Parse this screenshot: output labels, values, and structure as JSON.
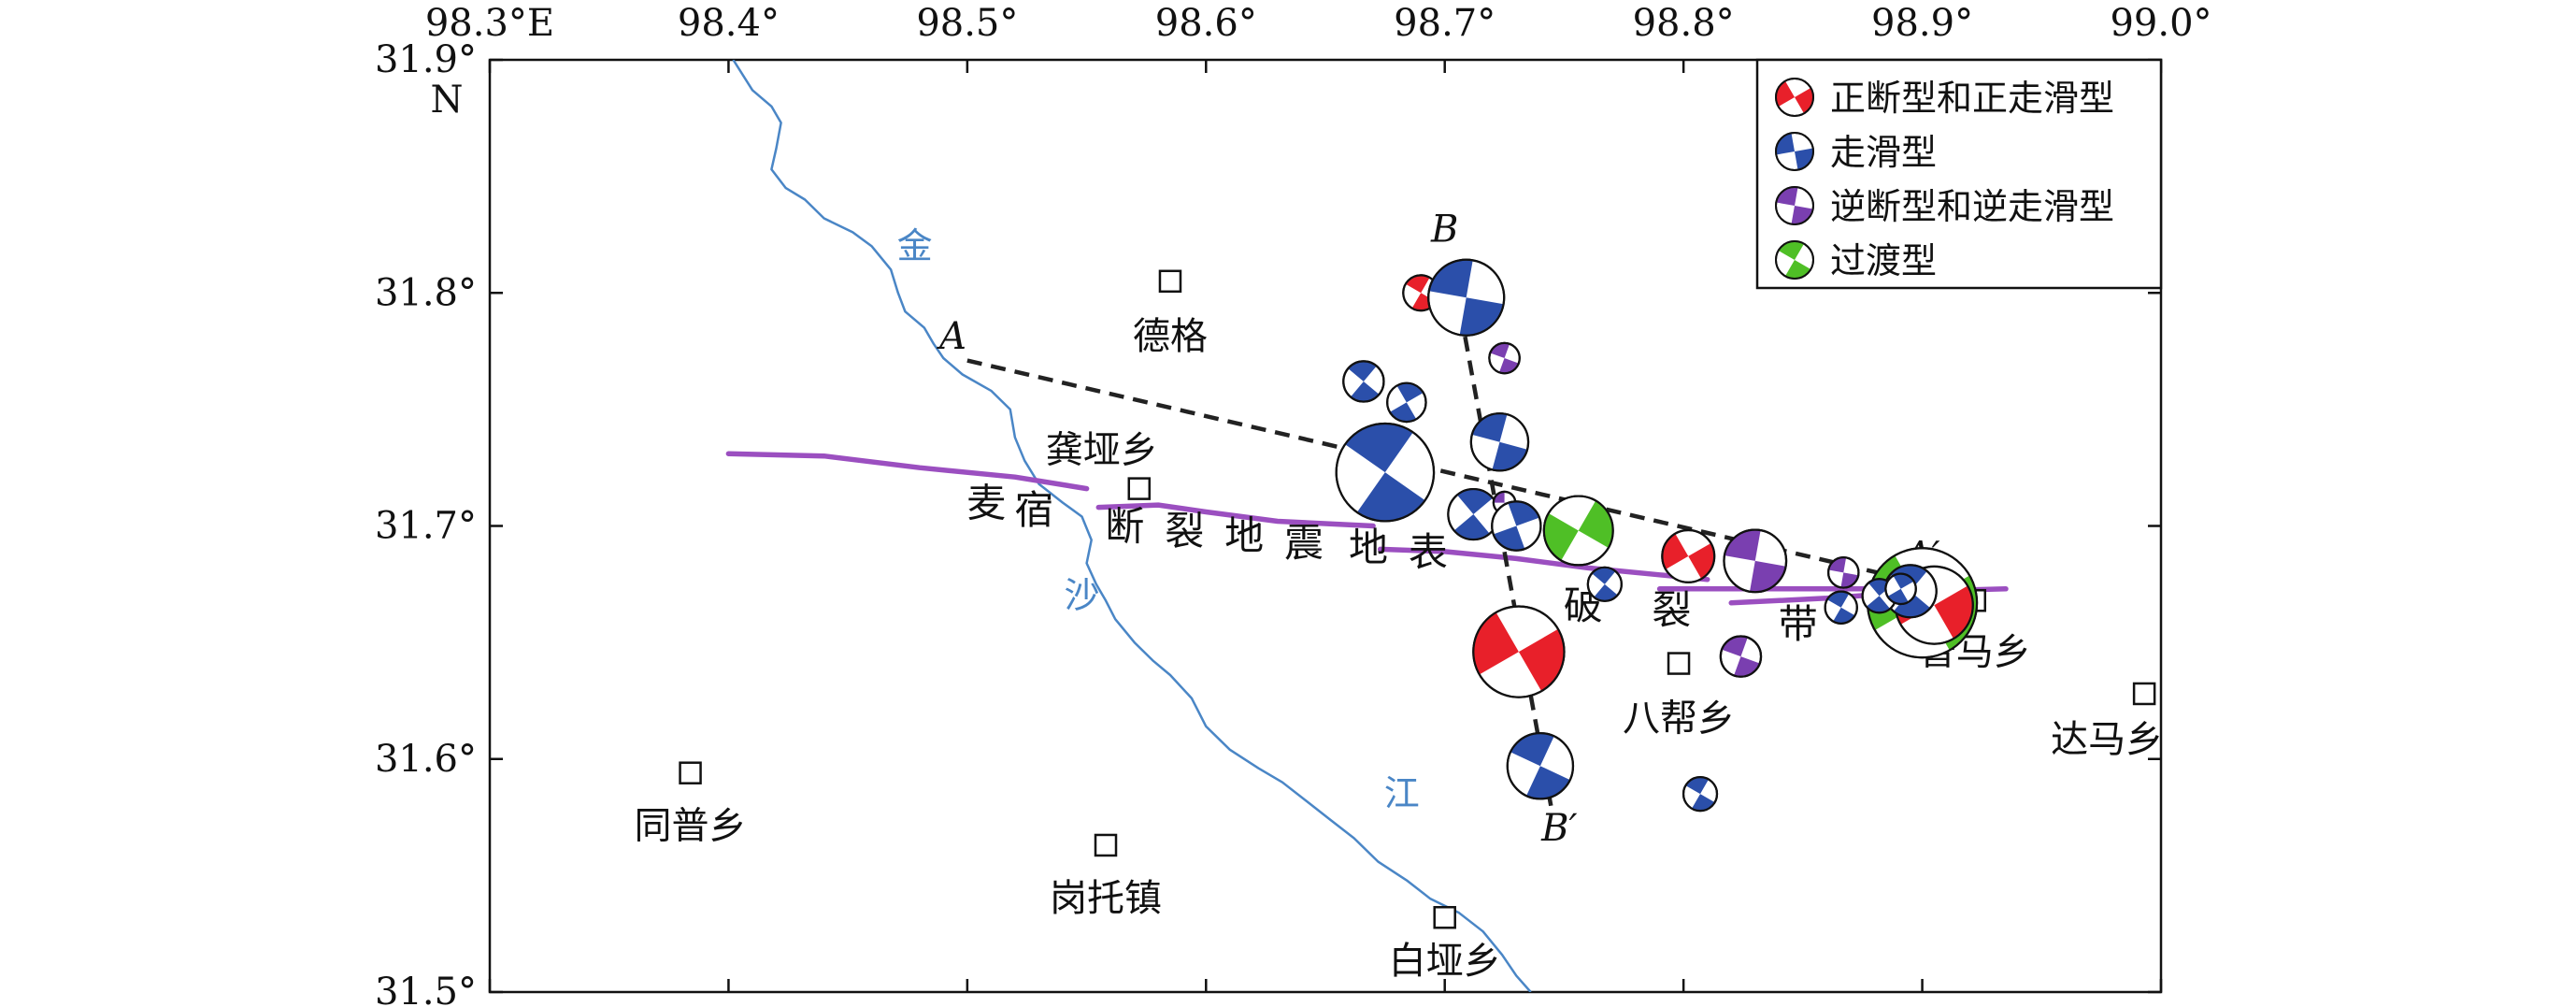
{
  "axes": {
    "x_ticks": [
      {
        "value": 98.3,
        "label": "98.3°E"
      },
      {
        "value": 98.4,
        "label": "98.4°"
      },
      {
        "value": 98.5,
        "label": "98.5°"
      },
      {
        "value": 98.6,
        "label": "98.6°"
      },
      {
        "value": 98.7,
        "label": "98.7°"
      },
      {
        "value": 98.8,
        "label": "98.8°"
      },
      {
        "value": 98.9,
        "label": "98.9°"
      },
      {
        "value": 99.0,
        "label": "99.0°"
      }
    ],
    "y_ticks": [
      {
        "value": 31.9,
        "label": "31.9°"
      },
      {
        "value": 31.8,
        "label": "31.8°"
      },
      {
        "value": 31.7,
        "label": "31.7°"
      },
      {
        "value": 31.6,
        "label": "31.6°"
      },
      {
        "value": 31.5,
        "label": "31.5°"
      }
    ],
    "north_label": "N",
    "lon_range": [
      98.3,
      99.0
    ],
    "lat_range": [
      31.5,
      31.9
    ]
  },
  "legend": {
    "items": [
      {
        "label": "正断型和正走滑型",
        "color": "#e8202a"
      },
      {
        "label": "走滑型",
        "color": "#2b4faa"
      },
      {
        "label": "逆断型和逆走滑型",
        "color": "#7a3fb0"
      },
      {
        "label": "过渡型",
        "color": "#4fbf26"
      }
    ]
  },
  "colors": {
    "river": "#4a86c6",
    "fault": "#9b4fc0",
    "profile": "#222222",
    "normal": "#e8202a",
    "strike_slip": "#2b4faa",
    "reverse": "#7a3fb0",
    "transitional": "#4fbf26"
  },
  "towns": [
    {
      "name": "德格",
      "lon": 98.585,
      "lat": 31.805
    },
    {
      "name": "龚垭乡",
      "lon": 98.572,
      "lat": 31.716
    },
    {
      "name": "同普乡",
      "lon": 98.384,
      "lat": 31.594
    },
    {
      "name": "岗托镇",
      "lon": 98.558,
      "lat": 31.563
    },
    {
      "name": "白垭乡",
      "lon": 98.7,
      "lat": 31.532
    },
    {
      "name": "八帮乡",
      "lon": 98.798,
      "lat": 31.641
    },
    {
      "name": "普马乡",
      "lon": 98.922,
      "lat": 31.668
    },
    {
      "name": "达马乡",
      "lon": 98.993,
      "lat": 31.628
    }
  ],
  "river": {
    "chars": [
      {
        "text": "金",
        "lon": 98.478,
        "lat": 31.815
      },
      {
        "text": "沙",
        "lon": 98.548,
        "lat": 31.665
      },
      {
        "text": "江",
        "lon": 98.682,
        "lat": 31.58
      }
    ],
    "path": [
      [
        98.402,
        31.9
      ],
      [
        98.41,
        31.887
      ],
      [
        98.418,
        31.88
      ],
      [
        98.422,
        31.873
      ],
      [
        98.42,
        31.862
      ],
      [
        98.418,
        31.853
      ],
      [
        98.424,
        31.845
      ],
      [
        98.432,
        31.84
      ],
      [
        98.44,
        31.832
      ],
      [
        98.452,
        31.826
      ],
      [
        98.46,
        31.82
      ],
      [
        98.468,
        31.81
      ],
      [
        98.471,
        31.8
      ],
      [
        98.474,
        31.792
      ],
      [
        98.482,
        31.785
      ],
      [
        98.486,
        31.778
      ],
      [
        98.49,
        31.772
      ],
      [
        98.498,
        31.765
      ],
      [
        98.51,
        31.758
      ],
      [
        98.518,
        31.75
      ],
      [
        98.52,
        31.738
      ],
      [
        98.524,
        31.728
      ],
      [
        98.53,
        31.718
      ],
      [
        98.54,
        31.71
      ],
      [
        98.548,
        31.704
      ],
      [
        98.552,
        31.694
      ],
      [
        98.55,
        31.684
      ],
      [
        98.554,
        31.675
      ],
      [
        98.558,
        31.668
      ],
      [
        98.562,
        31.66
      ],
      [
        98.57,
        31.65
      ],
      [
        98.578,
        31.642
      ],
      [
        98.585,
        31.636
      ],
      [
        98.594,
        31.626
      ],
      [
        98.6,
        31.614
      ],
      [
        98.61,
        31.604
      ],
      [
        98.622,
        31.596
      ],
      [
        98.632,
        31.59
      ],
      [
        98.642,
        31.582
      ],
      [
        98.652,
        31.574
      ],
      [
        98.662,
        31.566
      ],
      [
        98.672,
        31.556
      ],
      [
        98.684,
        31.548
      ],
      [
        98.694,
        31.54
      ],
      [
        98.706,
        31.534
      ],
      [
        98.716,
        31.526
      ],
      [
        98.724,
        31.516
      ],
      [
        98.73,
        31.507
      ],
      [
        98.736,
        31.5
      ]
    ]
  },
  "faults": [
    {
      "path": [
        [
          98.4,
          31.731
        ],
        [
          98.44,
          31.73
        ],
        [
          98.48,
          31.725
        ],
        [
          98.52,
          31.721
        ],
        [
          98.55,
          31.716
        ]
      ]
    },
    {
      "path": [
        [
          98.555,
          31.708
        ],
        [
          98.58,
          31.709
        ],
        [
          98.6,
          31.706
        ],
        [
          98.63,
          31.702
        ],
        [
          98.67,
          31.7
        ]
      ]
    },
    {
      "path": [
        [
          98.673,
          31.69
        ],
        [
          98.7,
          31.689
        ],
        [
          98.73,
          31.686
        ],
        [
          98.76,
          31.682
        ],
        [
          98.79,
          31.679
        ],
        [
          98.81,
          31.677
        ]
      ]
    },
    {
      "path": [
        [
          98.79,
          31.673
        ],
        [
          98.83,
          31.673
        ],
        [
          98.86,
          31.673
        ],
        [
          98.89,
          31.673
        ]
      ]
    },
    {
      "path": [
        [
          98.82,
          31.667
        ],
        [
          98.86,
          31.669
        ],
        [
          98.9,
          31.672
        ],
        [
          98.935,
          31.673
        ]
      ]
    }
  ],
  "fault_label": {
    "chars": [
      {
        "text": "麦",
        "lon": 98.508,
        "lat": 31.704
      },
      {
        "text": "宿",
        "lon": 98.528,
        "lat": 31.701
      },
      {
        "text": "断",
        "lon": 98.566,
        "lat": 31.694
      },
      {
        "text": "裂",
        "lon": 98.591,
        "lat": 31.692
      },
      {
        "text": "地",
        "lon": 98.616,
        "lat": 31.69
      },
      {
        "text": "震",
        "lon": 98.641,
        "lat": 31.687
      },
      {
        "text": "地",
        "lon": 98.668,
        "lat": 31.685
      },
      {
        "text": "表",
        "lon": 98.693,
        "lat": 31.683
      },
      {
        "text": "破",
        "lon": 98.758,
        "lat": 31.66
      },
      {
        "text": "裂",
        "lon": 98.795,
        "lat": 31.658
      },
      {
        "text": "带",
        "lon": 98.848,
        "lat": 31.652
      }
    ]
  },
  "profiles": [
    {
      "name": "A-A'",
      "from": [
        98.5,
        31.771
      ],
      "to": [
        98.898,
        31.676
      ],
      "start_label": {
        "text": "A",
        "lon": 98.494,
        "lat": 31.776
      },
      "end_label": {
        "text": "A′",
        "lon": 98.9,
        "lat": 31.682
      }
    },
    {
      "name": "B-B'",
      "from": [
        98.703,
        31.812
      ],
      "to": [
        98.745,
        31.577
      ],
      "start_label": {
        "text": "B",
        "lon": 98.7,
        "lat": 31.822
      },
      "end_label": {
        "text": "B′",
        "lon": 98.748,
        "lat": 31.565
      }
    }
  ],
  "mechanisms": [
    {
      "type": "normal",
      "lon": 98.69,
      "lat": 31.8,
      "size": 1.05,
      "rot": 30
    },
    {
      "type": "strike_slip",
      "lon": 98.709,
      "lat": 31.798,
      "size": 2.25,
      "rot": 10
    },
    {
      "type": "reverse",
      "lon": 98.725,
      "lat": 31.772,
      "size": 0.9,
      "rot": 20
    },
    {
      "type": "strike_slip",
      "lon": 98.666,
      "lat": 31.762,
      "size": 1.2,
      "rot": 40
    },
    {
      "type": "strike_slip",
      "lon": 98.684,
      "lat": 31.753,
      "size": 1.15,
      "rot": 60
    },
    {
      "type": "strike_slip",
      "lon": 98.675,
      "lat": 31.723,
      "size": 2.9,
      "rot": 35
    },
    {
      "type": "strike_slip",
      "lon": 98.723,
      "lat": 31.736,
      "size": 1.7,
      "rot": 15
    },
    {
      "type": "strike_slip",
      "lon": 98.712,
      "lat": 31.705,
      "size": 1.5,
      "rot": 50
    },
    {
      "type": "reverse",
      "lon": 98.725,
      "lat": 31.71,
      "size": 0.65,
      "rot": 0
    },
    {
      "type": "strike_slip",
      "lon": 98.73,
      "lat": 31.7,
      "size": 1.45,
      "rot": 70
    },
    {
      "type": "transitional",
      "lon": 98.756,
      "lat": 31.698,
      "size": 2.05,
      "rot": 120
    },
    {
      "type": "strike_slip",
      "lon": 98.767,
      "lat": 31.675,
      "size": 1.0,
      "rot": 40
    },
    {
      "type": "normal",
      "lon": 98.802,
      "lat": 31.687,
      "size": 1.55,
      "rot": 150
    },
    {
      "type": "reverse",
      "lon": 98.83,
      "lat": 31.685,
      "size": 1.85,
      "rot": 10
    },
    {
      "type": "reverse",
      "lon": 98.824,
      "lat": 31.644,
      "size": 1.2,
      "rot": 20
    },
    {
      "type": "normal",
      "lon": 98.731,
      "lat": 31.646,
      "size": 2.7,
      "rot": 150
    },
    {
      "type": "strike_slip",
      "lon": 98.74,
      "lat": 31.597,
      "size": 1.95,
      "rot": 25
    },
    {
      "type": "strike_slip",
      "lon": 98.807,
      "lat": 31.585,
      "size": 1.0,
      "rot": 30
    },
    {
      "type": "transitional",
      "lon": 98.9,
      "lat": 31.667,
      "size": 3.25,
      "rot": 150
    },
    {
      "type": "normal",
      "lon": 98.905,
      "lat": 31.666,
      "size": 2.3,
      "rot": 150
    },
    {
      "type": "strike_slip",
      "lon": 98.895,
      "lat": 31.672,
      "size": 1.55,
      "rot": 40
    },
    {
      "type": "reverse",
      "lon": 98.867,
      "lat": 31.68,
      "size": 0.9,
      "rot": 10
    },
    {
      "type": "strike_slip",
      "lon": 98.866,
      "lat": 31.665,
      "size": 0.95,
      "rot": 30
    },
    {
      "type": "strike_slip",
      "lon": 98.882,
      "lat": 31.67,
      "size": 1.0,
      "rot": 50
    },
    {
      "type": "strike_slip",
      "lon": 98.891,
      "lat": 31.673,
      "size": 0.9,
      "rot": 60
    }
  ]
}
